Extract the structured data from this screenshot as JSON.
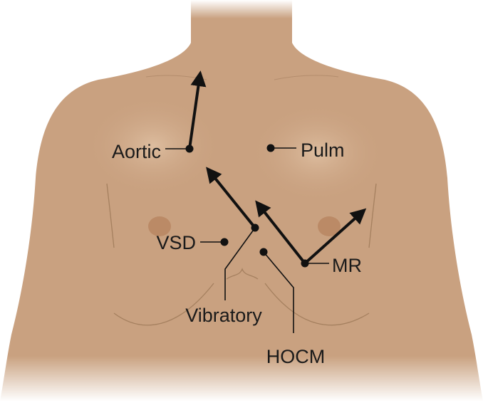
{
  "diagram": {
    "colors": {
      "skin": "#c9a180",
      "skin_shadow": "#b88f6e",
      "skin_light": "#d8b696",
      "nipple": "#bb8a66",
      "ink": "#111111",
      "crease": "#a5805f"
    },
    "labels": {
      "aortic": "Aortic",
      "pulm": "Pulm",
      "vsd": "VSD",
      "vibratory": "Vibratory",
      "hocm": "HOCM",
      "mr": "MR"
    }
  }
}
